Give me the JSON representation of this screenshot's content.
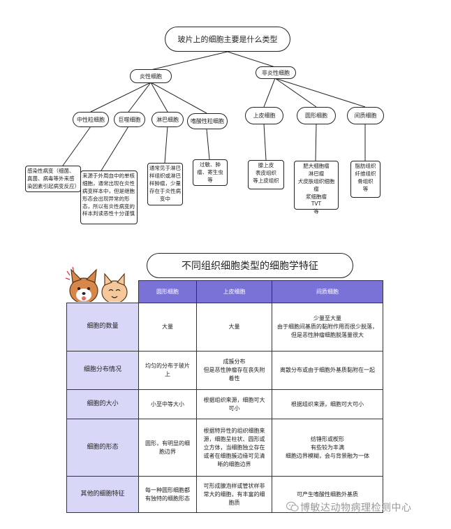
{
  "mindmap": {
    "root": "玻片上的细胞主要是什么类型",
    "inflammatory": {
      "label": "炎性细胞",
      "children": [
        {
          "label": "中性粒细胞",
          "note": "感染性病变（细菌、真菌、病毒等外来感染因素引起病变反应）"
        },
        {
          "label": "巨噬细胞",
          "note": "来源于外周血中的单核细胞，通常出现在炎性病变样本中，但是继胞形态会出现异常的形态，所以有炎性病变的样本判读恶性十分谨慎"
        },
        {
          "label": "淋巴细胞",
          "note": "通常见于淋巴样组织或淋巴样肿瘤，少量存在于炎性病变中"
        },
        {
          "label": "嗜酸性粒细胞",
          "note": "过敏、肿瘤、寄生虫等"
        }
      ]
    },
    "non_inflammatory": {
      "label": "非炎性细胞",
      "children": [
        {
          "label": "上皮细胞",
          "note": "腺上皮\n表皮组织\n等上皮组织"
        },
        {
          "label": "圆形细胞",
          "note": "肥大细胞瘤\n淋巴瘤\n犬皮肤组织细胞瘤\n浆细胞瘤\nTVT\n等"
        },
        {
          "label": "间质细胞",
          "note": "脂肪组织\n纤维组织\n骨组织\n等"
        }
      ]
    }
  },
  "table": {
    "title": "不同组织细胞类型的细胞学特征",
    "columns": [
      "圆形细胞",
      "上皮细胞",
      "间质细胞"
    ],
    "rows": [
      {
        "head": "细胞的数量",
        "cells": [
          "大量",
          "大量",
          "少量至大量\n由于细胞间基质的黏附作用而很少脱落，但是恶性肿瘤细胞脱落量很大"
        ]
      },
      {
        "head": "细胞分布情况",
        "cells": [
          "均匀的分布于玻片上",
          "成簇分布\n但是恶性肿瘤存在丧失附着性",
          "离散分布或由于细胞外基质黏附在一起"
        ]
      },
      {
        "head": "细胞的大小",
        "cells": [
          "小至中等大小",
          "根据组织来源，细胞可大可小",
          "根据组织来源，细胞可大可小"
        ]
      },
      {
        "head": "细胞的形态",
        "cells": [
          "圆形，有明显的细胞边界",
          "根据特异性的组织细胞来源，细胞呈柱状、圆形或立方体，当细胞独立存在或者在细胞簇边缘可见清晰的细胞边界",
          "纺锤形或楔形\n有些较为丰满\n细胞边界模糊，会与背景融为一体"
        ]
      },
      {
        "head": "其他的细胞特征",
        "cells": [
          "每一种圆形细胞都有独特的细胞形态",
          "可形成腺泡样或管状样非常大的细胞，有丰富的细胞质",
          "可产生嗜酸性细胞外基质"
        ]
      }
    ]
  },
  "watermark": "博敏达动物病理检测中心",
  "icons": [
    "wechat-icon",
    "dog-mascot-icon"
  ],
  "colors": {
    "header": "#7b72d8",
    "rowhead": "#d9d7f7"
  }
}
